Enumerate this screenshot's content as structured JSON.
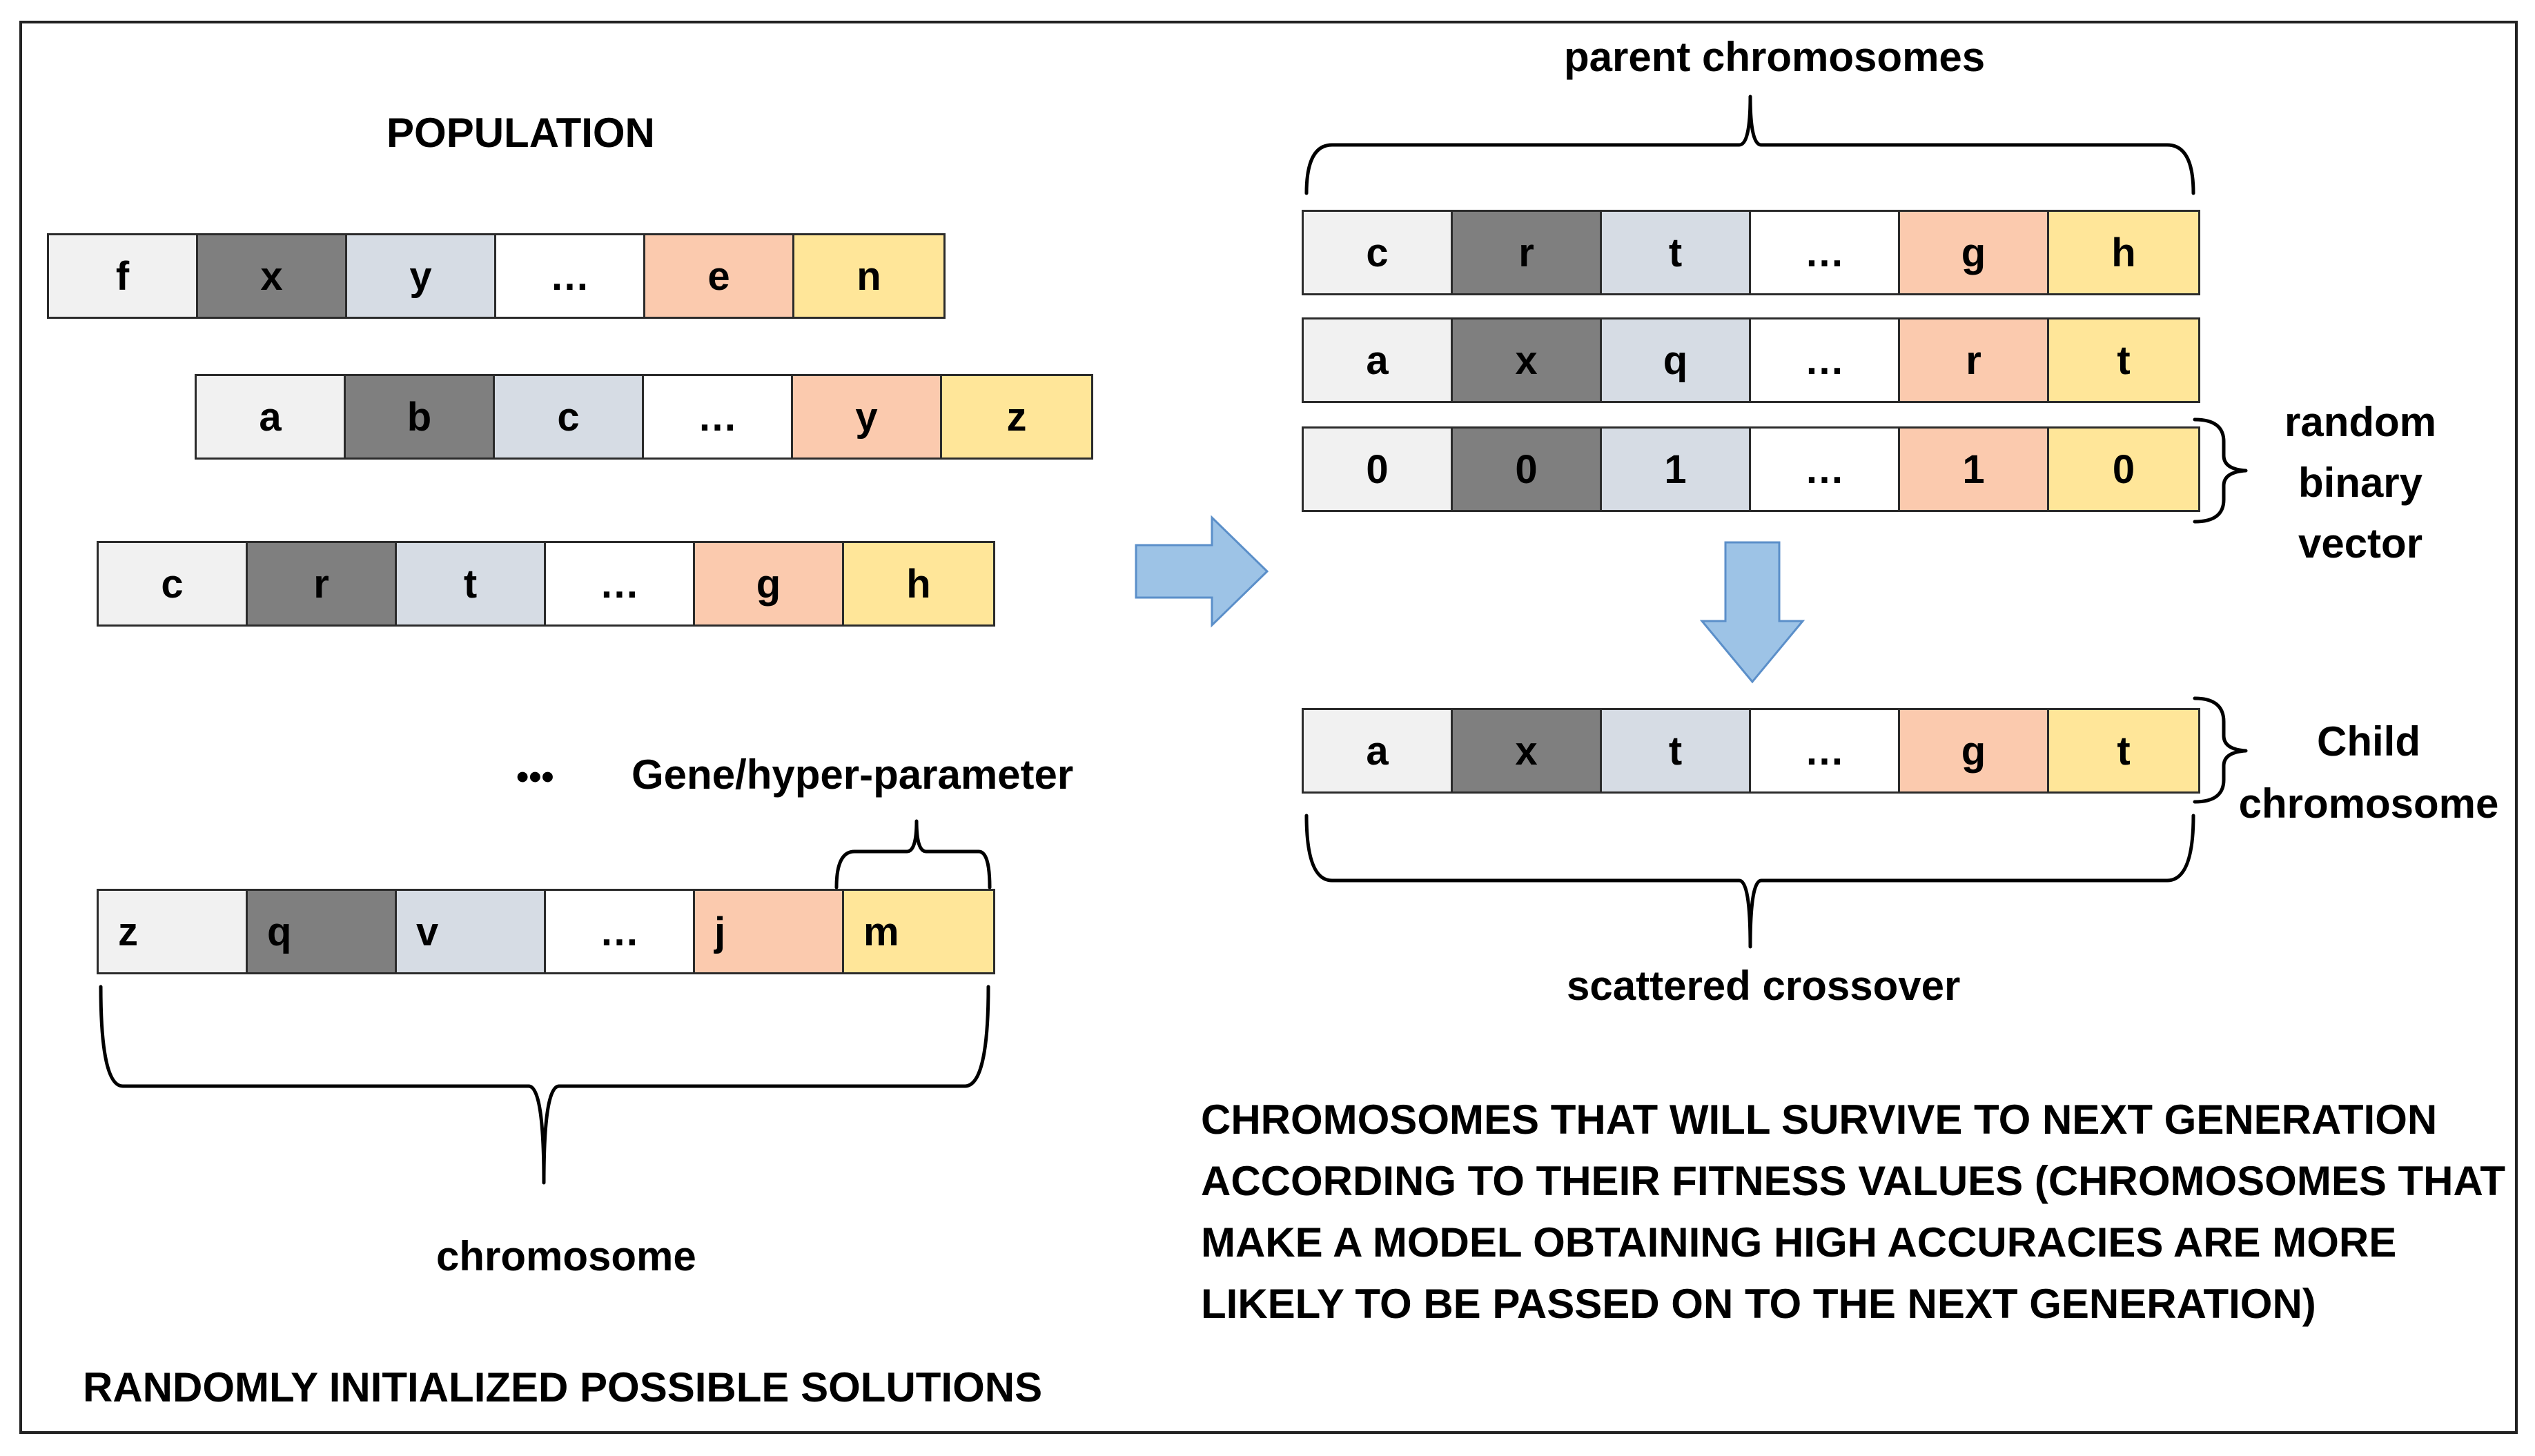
{
  "colors": [
    "#f1f1f1",
    "#7f7f7f",
    "#d6dce4",
    "#ffffff",
    "#fbcaae",
    "#ffe699"
  ],
  "labels": {
    "population": "POPULATION",
    "gene_param": "Gene/hyper-parameter",
    "dots": "•••",
    "chromosome": "chromosome",
    "randomly_init": "RANDOMLY INITIALIZED POSSIBLE SOLUTIONS",
    "parent_chromosomes": "parent chromosomes",
    "random_binary_vector": [
      "random",
      "binary",
      "vector"
    ],
    "child_chromosome": [
      "Child",
      "chromosome"
    ],
    "scattered_crossover": "scattered crossover",
    "survive_text": [
      "CHROMOSOMES THAT WILL SURVIVE TO NEXT GENERATION",
      "ACCORDING TO THEIR FITNESS VALUES (CHROMOSOMES THAT",
      "MAKE A MODEL OBTAINING HIGH ACCURACIES ARE MORE",
      "LIKELY TO BE PASSED ON TO THE NEXT GENERATION)"
    ]
  },
  "population": [
    [
      "f",
      "x",
      "y",
      "…",
      "e",
      "n"
    ],
    [
      "a",
      "b",
      "c",
      "…",
      "y",
      "z"
    ],
    [
      "c",
      "r",
      "t",
      "…",
      "g",
      "h"
    ],
    [
      "z",
      "q",
      "v",
      "…",
      "j",
      "m"
    ]
  ],
  "parents": [
    [
      "c",
      "r",
      "t",
      "…",
      "g",
      "h"
    ],
    [
      "a",
      "x",
      "q",
      "…",
      "r",
      "t"
    ]
  ],
  "binary_vector": [
    "0",
    "0",
    "1",
    "…",
    "1",
    "0"
  ],
  "child": [
    "a",
    "x",
    "t",
    "…",
    "g",
    "t"
  ]
}
